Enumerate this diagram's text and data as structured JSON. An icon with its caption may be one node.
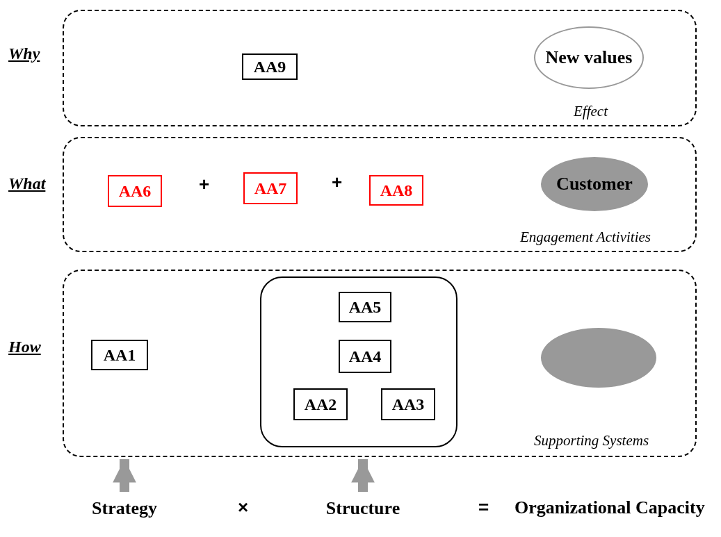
{
  "diagram": {
    "nodes": [
      {
        "text": [
          "Why",
          "Effect"
        ]
      },
      {
        "text": [
          "AA9"
        ],
        "in": 0
      },
      {
        "text": [
          "New values"
        ],
        "in": 0
      },
      {
        "text": [
          "What",
          "Engagement Activities"
        ]
      },
      {
        "text": [
          "AA6"
        ],
        "in": 3
      },
      {
        "text": [
          "AA7"
        ],
        "in": 3
      },
      {
        "text": [
          "AA8"
        ],
        "in": 3
      },
      {
        "text": [
          "Customer"
        ],
        "in": 3
      },
      {
        "text": [
          "How",
          "Supporting Systems"
        ]
      },
      {
        "text": [
          "AA1"
        ],
        "in": 8
      },
      {
        "text": [],
        "shape": "box",
        "in": 8
      },
      {
        "text": [
          "AA5"
        ],
        "in": 10
      },
      {
        "text": [
          "AA4"
        ],
        "in": 10
      },
      {
        "text": [
          "AA2"
        ],
        "in": 10
      },
      {
        "text": [
          "AA3"
        ],
        "in": 10
      },
      {
        "text": [],
        "shape": "ellipse",
        "in": 8
      },
      {
        "text": [
          "Strategy"
        ]
      },
      {
        "text": [
          "Structure"
        ]
      }
    ],
    "edges": [
      {
        "from": 16,
        "to": 8,
        "arrow": "to"
      },
      {
        "from": 17,
        "to": 8,
        "arrow": "to"
      }
    ],
    "labels": [
      "+",
      "+",
      "×",
      "=",
      "Organizational Capacity"
    ]
  }
}
